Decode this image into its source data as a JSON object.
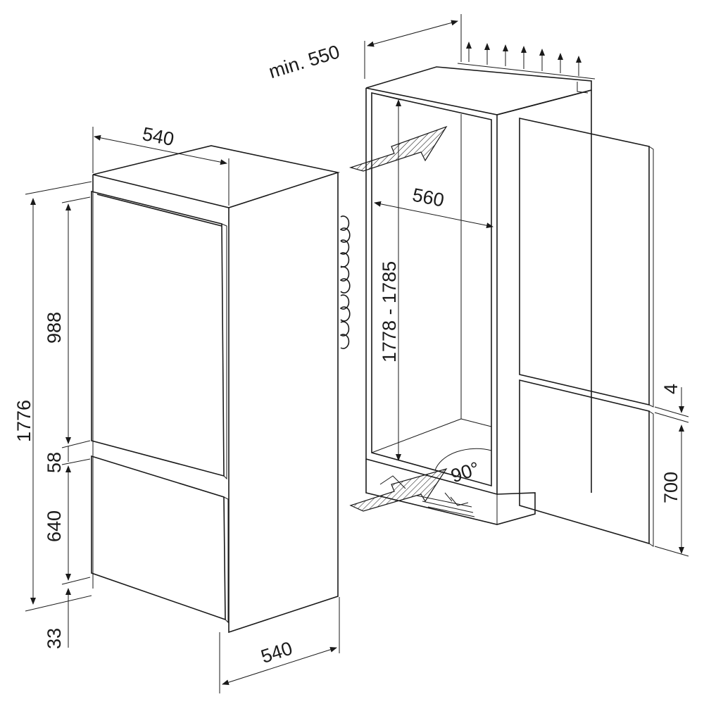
{
  "diagram": {
    "dimensions": {
      "appliance_depth_top": "540",
      "appliance_depth_bottom": "540",
      "appliance_height": "1776",
      "upper_door_height": "988",
      "door_gap": "58",
      "lower_door_height": "640",
      "plinth": "33",
      "niche_depth_min": "min. 550",
      "niche_width": "560",
      "niche_height_range": "1778 - 1785",
      "door_panel_gap": "4",
      "lower_panel_height": "700",
      "door_angle": "90°"
    },
    "colors": {
      "line": "#1a1a1a",
      "background": "#ffffff"
    }
  }
}
